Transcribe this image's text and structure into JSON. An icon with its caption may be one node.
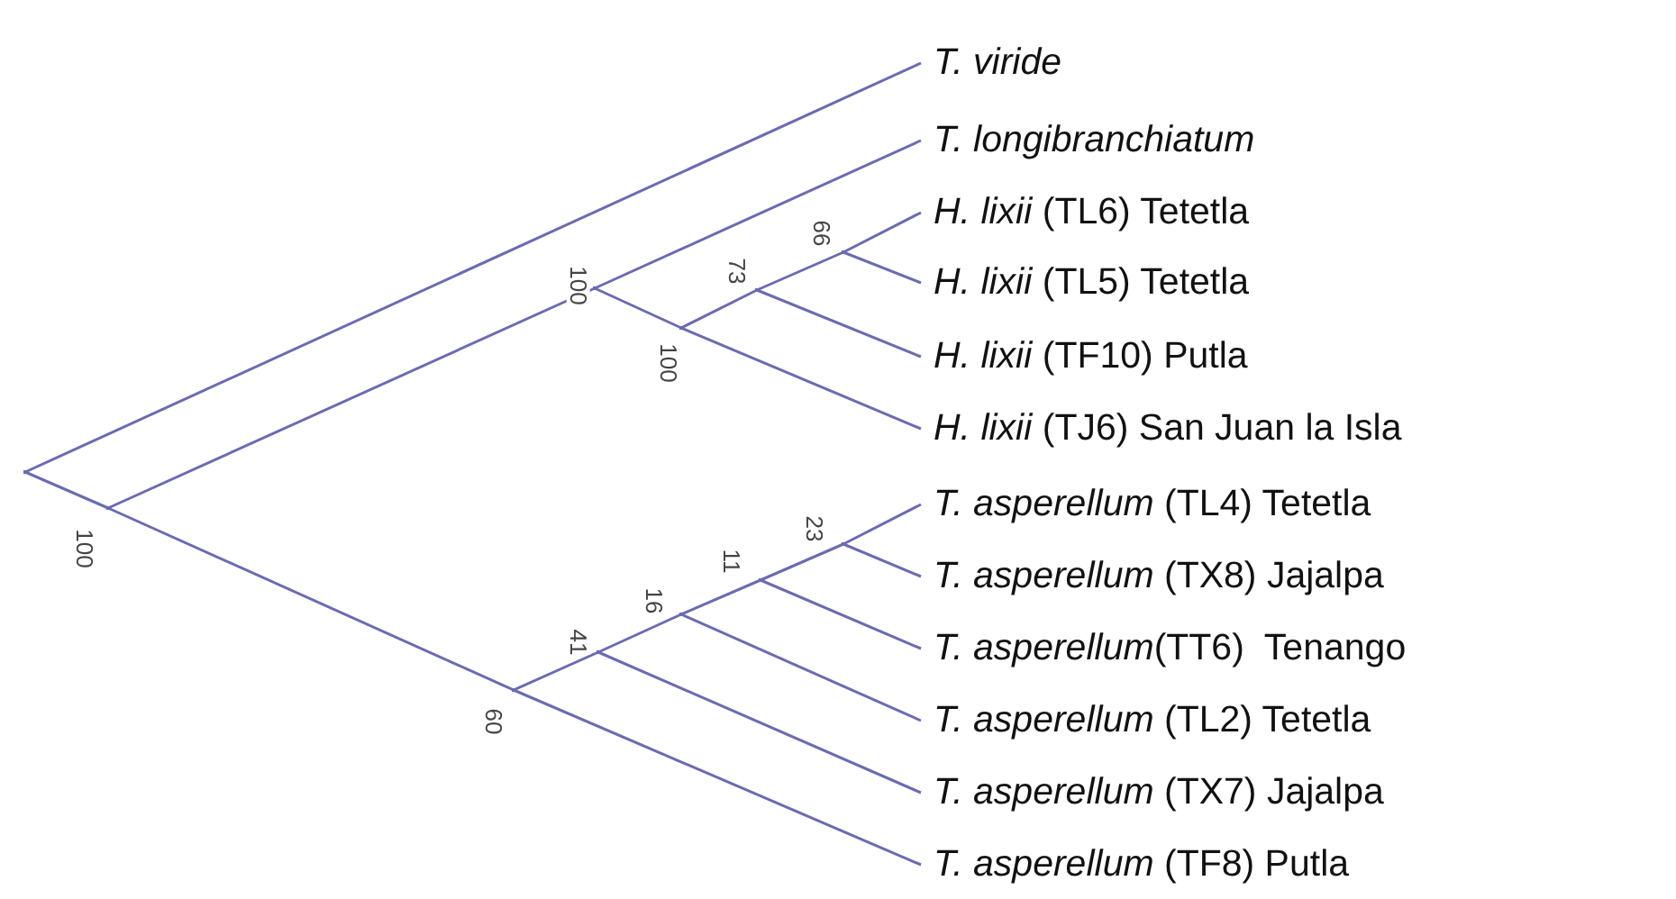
{
  "diagram": {
    "nodes": [
      {
        "text": [
          "T. viride"
        ]
      },
      {
        "text": [
          "T. longibranchiatum"
        ]
      },
      {
        "text": [
          "*H. lixii* (TL6) Tetetla"
        ]
      },
      {
        "text": [
          "*H. lixii* (TL5) Tetetla"
        ]
      },
      {
        "text": [
          "*H. lixii* (TF10) Putla"
        ]
      },
      {
        "text": [
          "*H. lixii* (TJ6) San Juan la Isla"
        ]
      },
      {
        "text": [
          "*T. asperellum* (TL4) Tetetla"
        ]
      },
      {
        "text": [
          "*T. asperellum* (TX8) Jajalpa"
        ]
      },
      {
        "text": [
          "*T. asperellum*(TT6)  Tenango"
        ]
      },
      {
        "text": [
          "*T. asperellum* (TL2) Tetetla"
        ]
      },
      {
        "text": [
          "*T. asperellum* (TX7) Jajalpa"
        ]
      },
      {
        "text": [
          "*T. asperellum* (TF8) Putla"
        ]
      },
      {
        "text": [],
        "shape": "point"
      },
      {
        "text": [],
        "shape": "point",
        "beside": [
          "100"
        ]
      },
      {
        "text": [],
        "shape": "point",
        "beside": [
          "100"
        ]
      },
      {
        "text": [],
        "shape": "point",
        "beside": [
          "100"
        ]
      },
      {
        "text": [],
        "shape": "point",
        "beside": [
          "73"
        ]
      },
      {
        "text": [],
        "shape": "point",
        "beside": [
          "66"
        ]
      },
      {
        "text": [],
        "shape": "point",
        "beside": [
          "60"
        ]
      },
      {
        "text": [],
        "shape": "point",
        "beside": [
          "41"
        ]
      },
      {
        "text": [],
        "shape": "point",
        "beside": [
          "16"
        ]
      },
      {
        "text": [],
        "shape": "point",
        "beside": [
          "11"
        ]
      },
      {
        "text": [],
        "shape": "point",
        "beside": [
          "23"
        ]
      }
    ],
    "edges": [
      {
        "from": 12,
        "to": 0,
        "arrow": "none"
      },
      {
        "from": 12,
        "to": 13,
        "arrow": "none"
      },
      {
        "from": 13,
        "to": 14,
        "arrow": "none"
      },
      {
        "from": 14,
        "to": 1,
        "arrow": "none"
      },
      {
        "from": 14,
        "to": 15,
        "arrow": "none"
      },
      {
        "from": 15,
        "to": 16,
        "arrow": "none"
      },
      {
        "from": 15,
        "to": 5,
        "arrow": "none"
      },
      {
        "from": 16,
        "to": 17,
        "arrow": "none"
      },
      {
        "from": 16,
        "to": 4,
        "arrow": "none"
      },
      {
        "from": 17,
        "to": 2,
        "arrow": "none"
      },
      {
        "from": 17,
        "to": 3,
        "arrow": "none"
      },
      {
        "from": 13,
        "to": 18,
        "arrow": "none"
      },
      {
        "from": 18,
        "to": 19,
        "arrow": "none"
      },
      {
        "from": 18,
        "to": 11,
        "arrow": "none"
      },
      {
        "from": 19,
        "to": 20,
        "arrow": "none"
      },
      {
        "from": 19,
        "to": 10,
        "arrow": "none"
      },
      {
        "from": 20,
        "to": 21,
        "arrow": "none"
      },
      {
        "from": 20,
        "to": 9,
        "arrow": "none"
      },
      {
        "from": 21,
        "to": 22,
        "arrow": "none"
      },
      {
        "from": 21,
        "to": 8,
        "arrow": "none"
      },
      {
        "from": 22,
        "to": 6,
        "arrow": "none"
      },
      {
        "from": 22,
        "to": 7,
        "arrow": "none"
      }
    ]
  }
}
